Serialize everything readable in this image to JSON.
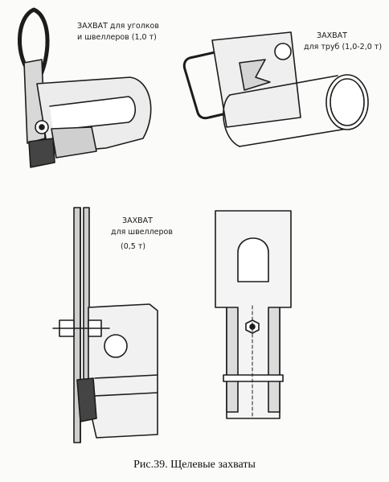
{
  "labels": {
    "angles": {
      "title": "ЗАХВАТ для уголков",
      "line2": "и швеллеров (1,0 т)"
    },
    "pipes": {
      "title": "ЗАХВАТ",
      "line2": "для труб (1,0-2,0 т)"
    },
    "channels": {
      "title": "ЗАХВАТ",
      "line2": "для швеллеров",
      "line3": "(0,5 т)"
    }
  },
  "caption": "Рис.39.  Щелевые захваты",
  "colors": {
    "ink": "#1c1c1c",
    "shade": "#9a9a9a",
    "paper": "#fbfbf9"
  }
}
